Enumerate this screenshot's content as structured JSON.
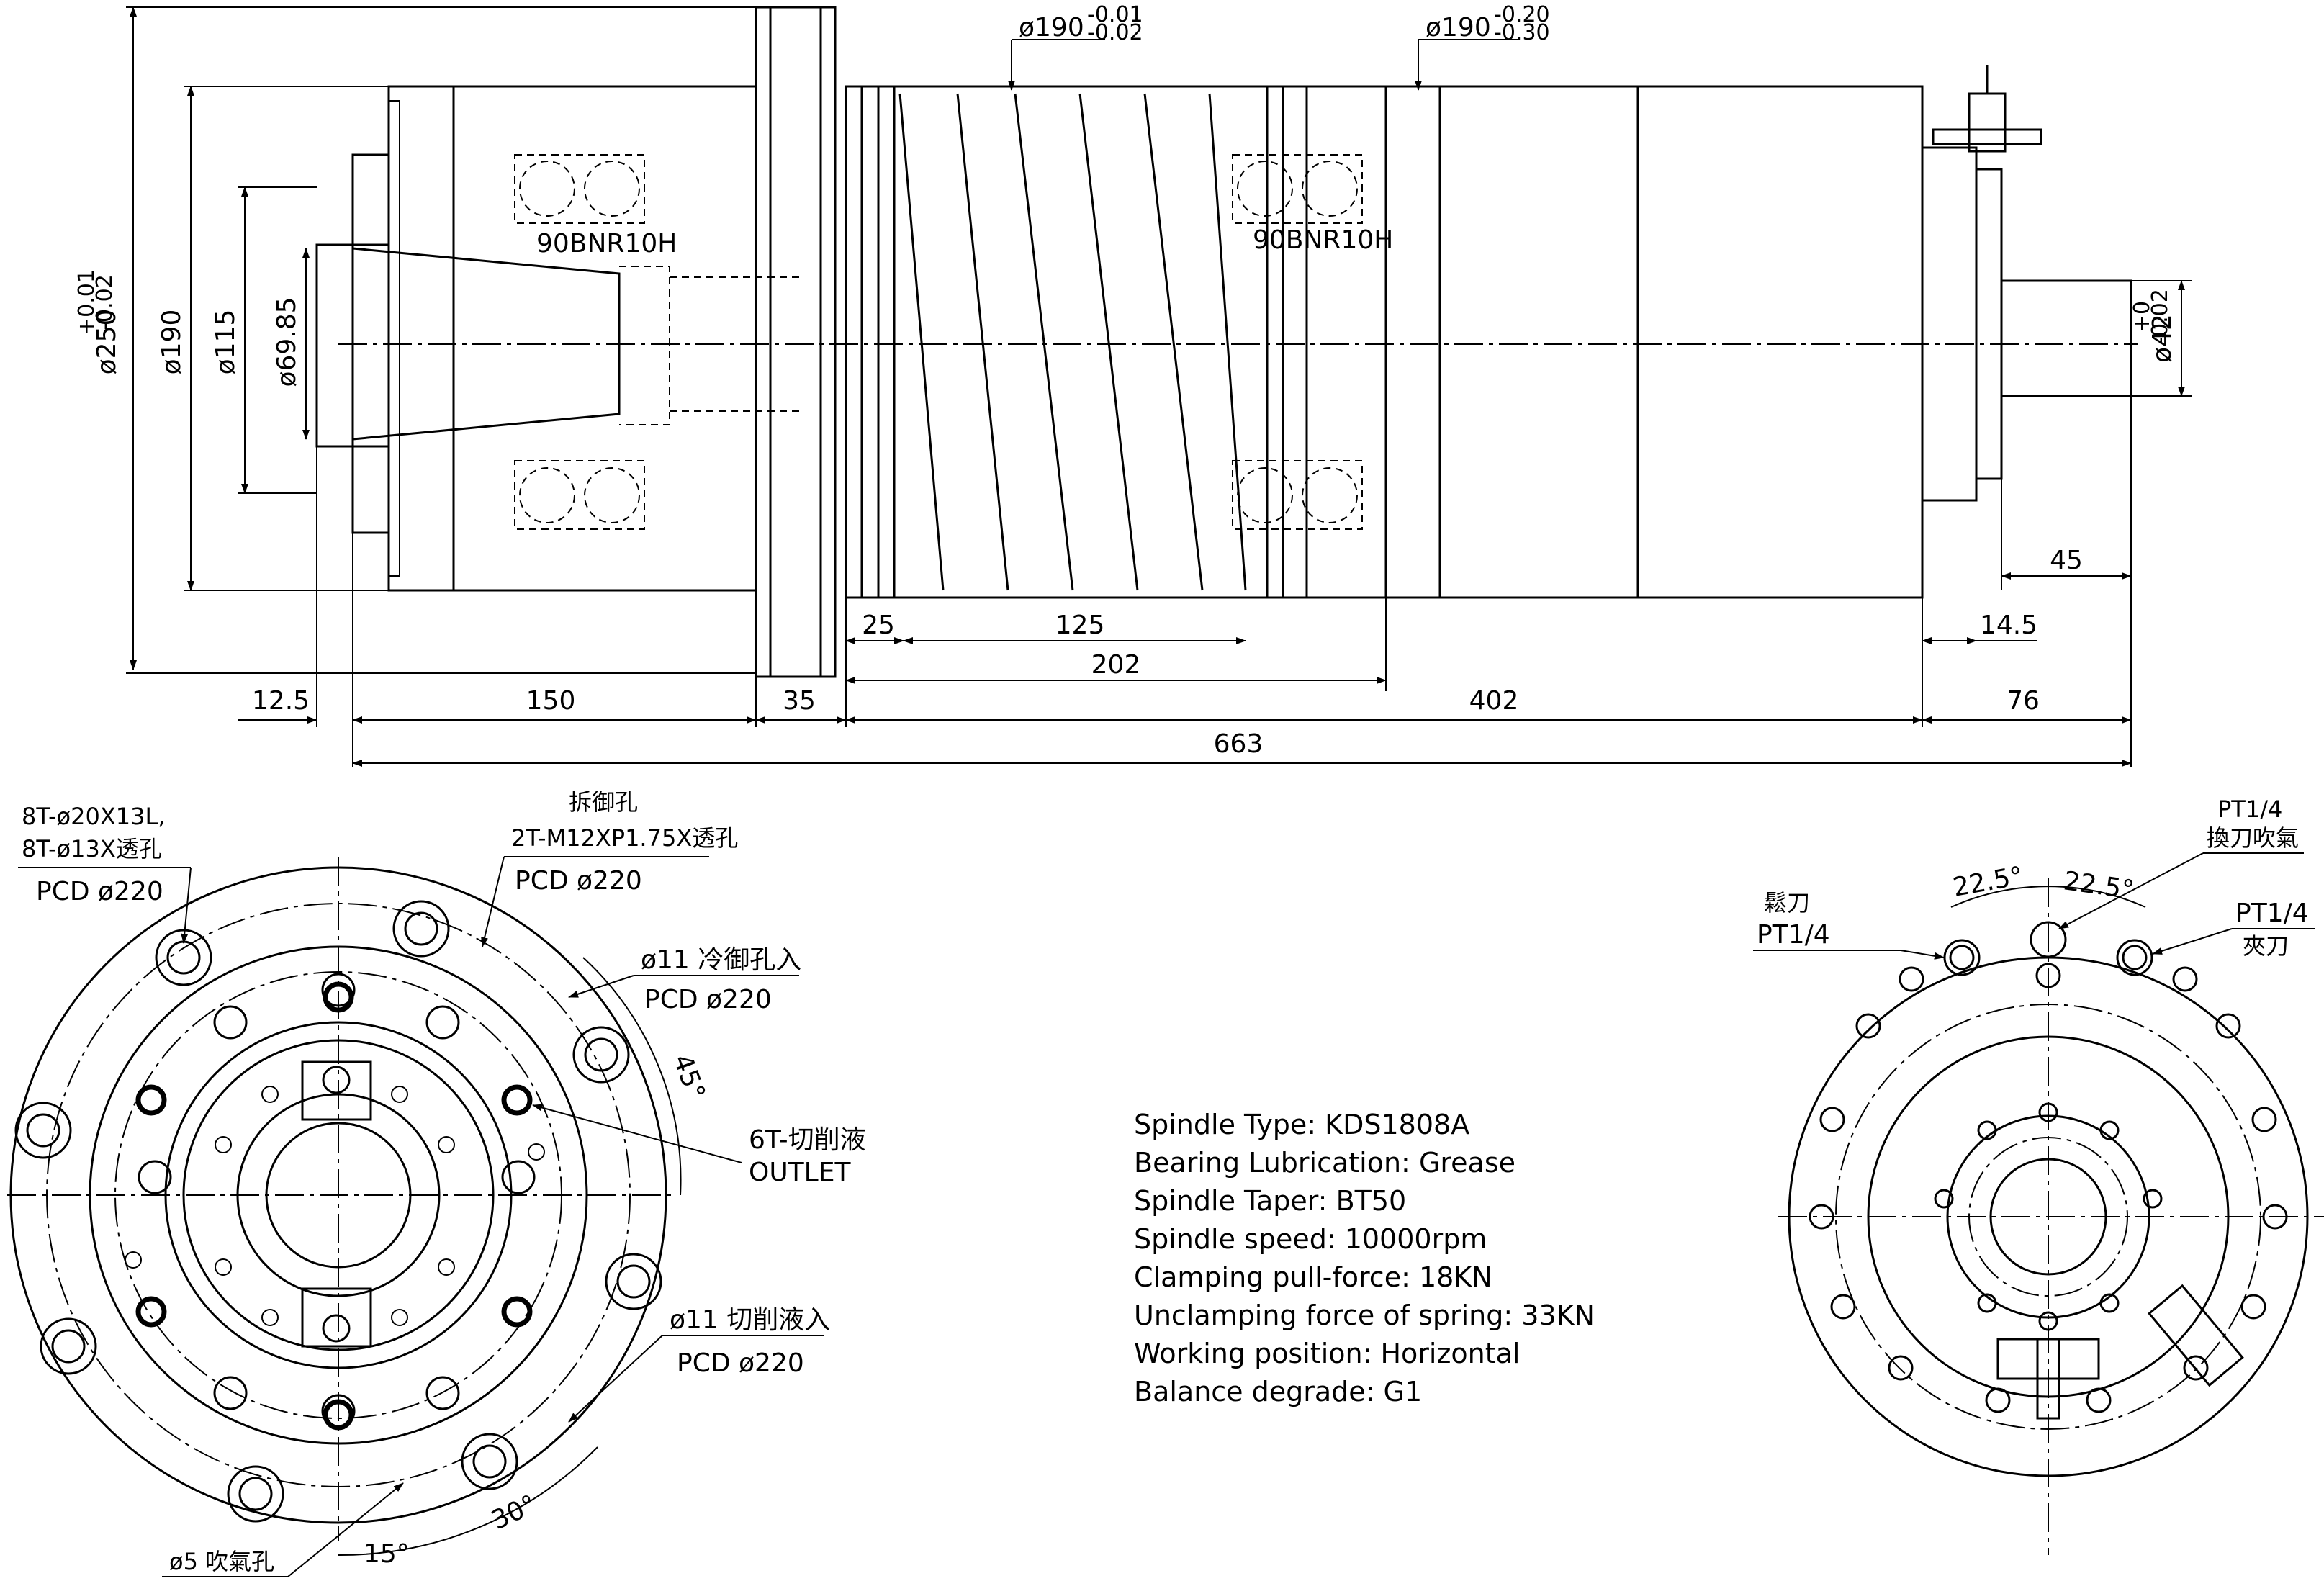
{
  "side_view": {
    "dims": {
      "phi250": "ø250",
      "phi250_tol_upper": "+0.01",
      "phi250_tol_lower": "-0.02",
      "phi190_left": "ø190",
      "phi115": "ø115",
      "phi69_85": "ø69.85",
      "phi190_top1": "ø190",
      "phi190_top1_tol_upper": "-0.01",
      "phi190_top1_tol_lower": "-0.02",
      "phi190_top2": "ø190",
      "phi190_top2_tol_upper": "-0.20",
      "phi190_top2_tol_lower": "-0.30",
      "phi42": "ø42",
      "phi42_tol_upper": "+0",
      "phi42_tol_lower": "-0.02",
      "d12_5": "12.5",
      "d150": "150",
      "d35": "35",
      "d25": "25",
      "d125": "125",
      "d202": "202",
      "d402": "402",
      "d76": "76",
      "d663": "663",
      "d45": "45",
      "d14_5": "14.5"
    },
    "bearing_left": "90BNR10H",
    "bearing_right": "90BNR10H"
  },
  "front_view": {
    "holes_line1": "8T-ø20X13L,",
    "holes_line2": "8T-ø13X透孔",
    "holes_pcd": "PCD ø220",
    "dismount_title": "拆御孔",
    "dismount_spec": "2T-M12XP1.75X透孔",
    "dismount_pcd": "PCD ø220",
    "cool_in": "ø11 冷御孔入",
    "cool_in_pcd": "PCD ø220",
    "angle_45": "45°",
    "outlet_1": "6T-切削液",
    "outlet_2": "OUTLET",
    "cut_in": "ø11 切削液入",
    "cut_in_pcd": "PCD ø220",
    "air_hole": "ø5 吹氣孔",
    "angle_15": "15°",
    "angle_30": "30°"
  },
  "specs": [
    "Spindle Type: KDS1808A",
    "Bearing Lubrication: Grease",
    "Spindle Taper: BT50",
    "Spindle speed: 10000rpm",
    "Clamping pull-force: 18KN",
    "Unclamping force of spring: 33KN",
    "Working position: Horizontal",
    "Balance degrade: G1"
  ],
  "rear_view": {
    "angle_a": "22.5°",
    "angle_b": "22.5°",
    "pt_change_1": "PT1/4",
    "pt_change_2": "換刀吹氣",
    "pt_release_1": "鬆刀",
    "pt_release_2": "PT1/4",
    "pt_clamp_1": "PT1/4",
    "pt_clamp_2": "夾刀"
  }
}
